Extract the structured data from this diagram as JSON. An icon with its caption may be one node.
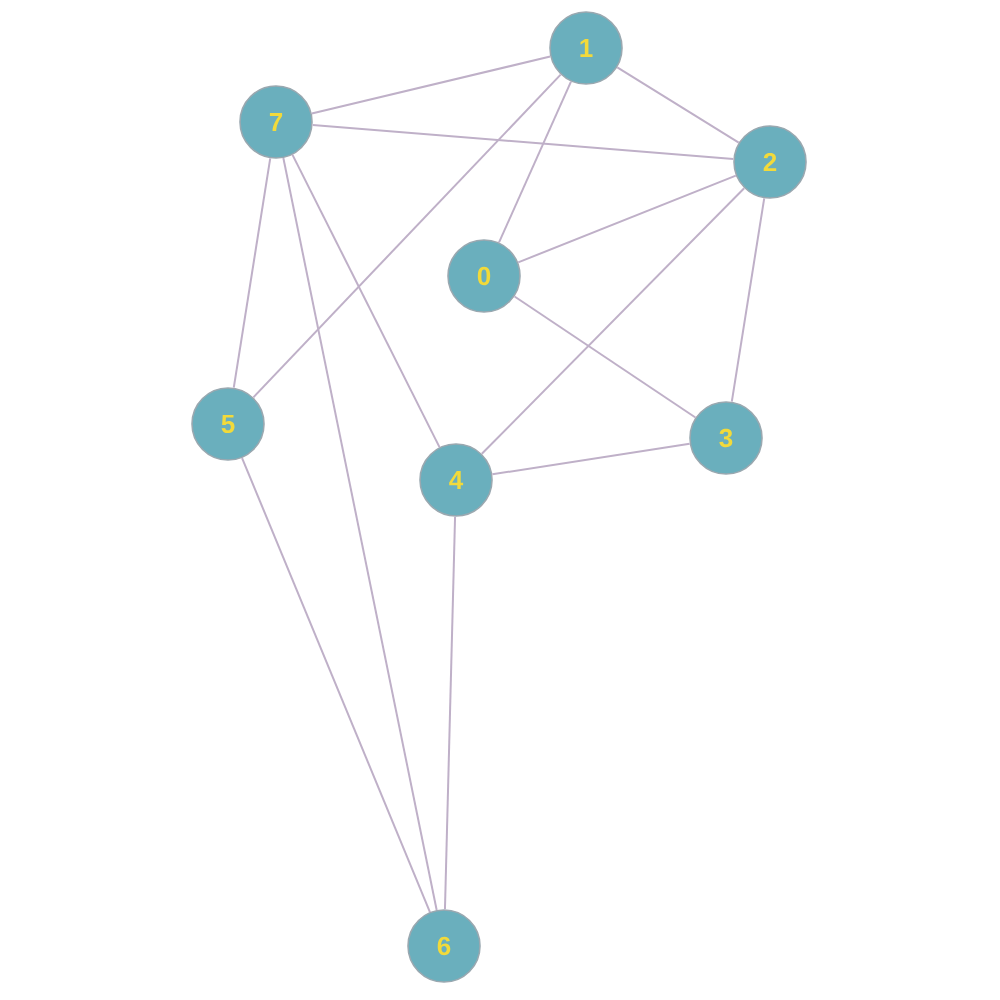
{
  "diagram": {
    "nodes": [
      {
        "text": [
          "0"
        ]
      },
      {
        "text": [
          "1"
        ]
      },
      {
        "text": [
          "2"
        ]
      },
      {
        "text": [
          "3"
        ]
      },
      {
        "text": [
          "4"
        ]
      },
      {
        "text": [
          "5"
        ]
      },
      {
        "text": [
          "6"
        ]
      },
      {
        "text": [
          "7"
        ]
      }
    ],
    "edges": [
      {
        "from": 7,
        "to": 1,
        "arrow": "none"
      },
      {
        "from": 7,
        "to": 2,
        "arrow": "none"
      },
      {
        "from": 7,
        "to": 5,
        "arrow": "none"
      },
      {
        "from": 7,
        "to": 4,
        "arrow": "none"
      },
      {
        "from": 7,
        "to": 6,
        "arrow": "none"
      },
      {
        "from": 1,
        "to": 2,
        "arrow": "none"
      },
      {
        "from": 1,
        "to": 0,
        "arrow": "none"
      },
      {
        "from": 1,
        "to": 5,
        "arrow": "none"
      },
      {
        "from": 2,
        "to": 0,
        "arrow": "none"
      },
      {
        "from": 2,
        "to": 4,
        "arrow": "none"
      },
      {
        "from": 2,
        "to": 3,
        "arrow": "none"
      },
      {
        "from": 0,
        "to": 3,
        "arrow": "none"
      },
      {
        "from": 3,
        "to": 4,
        "arrow": "none"
      },
      {
        "from": 4,
        "to": 6,
        "arrow": "none"
      },
      {
        "from": 5,
        "to": 6,
        "arrow": "none"
      }
    ]
  }
}
